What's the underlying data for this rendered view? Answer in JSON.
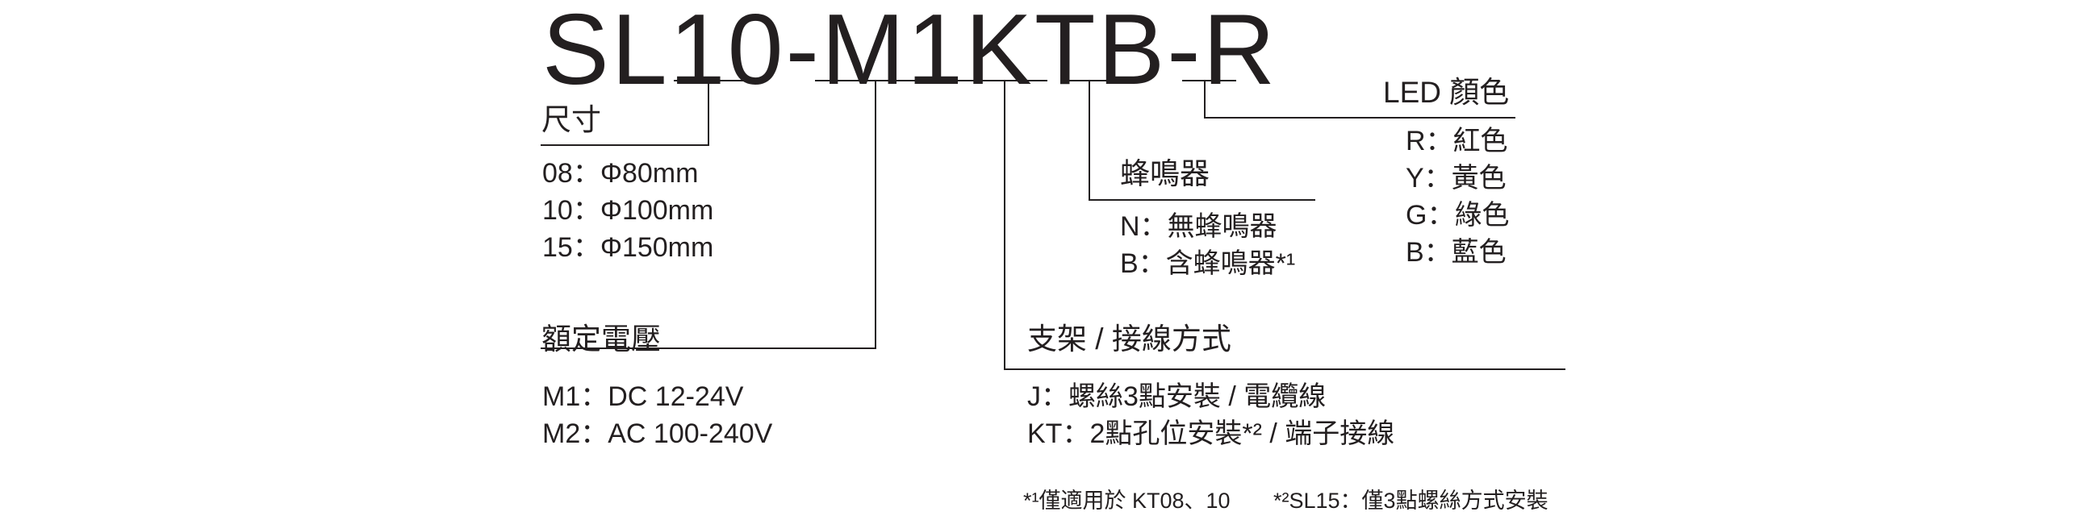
{
  "model_code": "SL10-M1KTB-R",
  "sections": {
    "size": {
      "title": "尺寸",
      "items": [
        "08：Φ80mm",
        "10：Φ100mm",
        "15：Φ150mm"
      ]
    },
    "voltage": {
      "title": "額定電壓",
      "items": [
        "M1：DC 12-24V",
        "M2：AC 100-240V"
      ]
    },
    "mount": {
      "title": "支架 / 接線方式",
      "items": [
        "J：螺絲3點安裝 / 電纜線",
        "KT：2點孔位安裝*² / 端子接線"
      ]
    },
    "buzzer": {
      "title": "蜂鳴器",
      "items": [
        "N：無蜂鳴器",
        "B：含蜂鳴器*¹"
      ]
    },
    "led": {
      "title": "LED 顏色",
      "items": [
        "R：紅色",
        "Y：黃色",
        "G：綠色",
        "B：藍色"
      ]
    }
  },
  "footnotes": [
    "*¹僅適用於 KT08、10",
    "*²SL15：僅3點螺絲方式安裝"
  ],
  "colors": {
    "text": "#231f20",
    "line": "#231f20"
  }
}
